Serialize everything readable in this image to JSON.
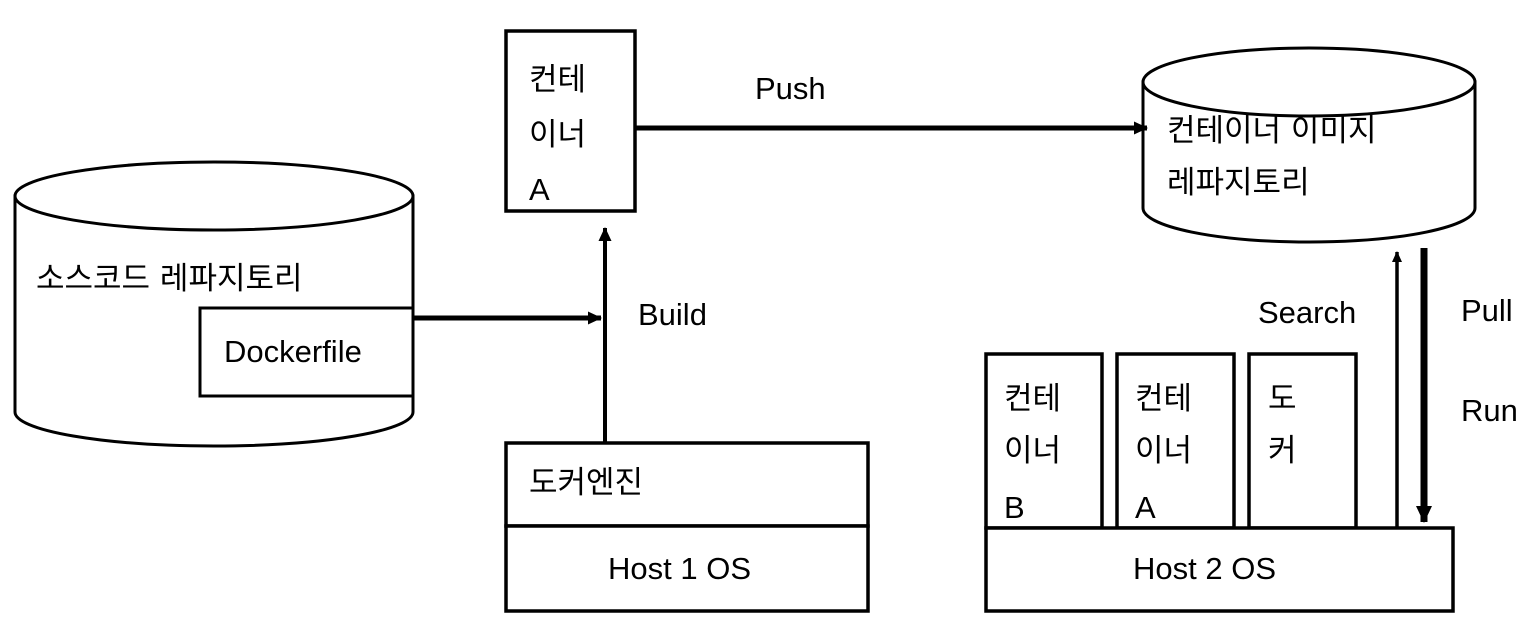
{
  "diagram": {
    "title": "Docker build push pull run workflow diagram",
    "stroke_color": "#000000",
    "fill_color": "#ffffff",
    "nodes": {
      "source_repo": {
        "label": "소스코드 레파지토리",
        "shape": "cylinder"
      },
      "dockerfile": {
        "label": "Dockerfile",
        "shape": "rectangle"
      },
      "container_a_built": {
        "line1": "컨테",
        "line2": "이너",
        "line3": "A",
        "shape": "rectangle"
      },
      "image_repository": {
        "line1": "컨테이너 이미지",
        "line2": "레파지토리",
        "shape": "cylinder"
      },
      "docker_engine": {
        "label": "도커엔진",
        "shape": "rectangle"
      },
      "host1_os": {
        "label": "Host 1 OS",
        "shape": "rectangle"
      },
      "container_b": {
        "line1": "컨테",
        "line2": "이너",
        "line3": "B",
        "shape": "rectangle"
      },
      "container_a_running": {
        "line1": "컨테",
        "line2": "이너",
        "line3": "A",
        "shape": "rectangle"
      },
      "docker_host2": {
        "line1": "도",
        "line2": "커",
        "shape": "rectangle"
      },
      "host2_os": {
        "label": "Host 2 OS",
        "shape": "rectangle"
      }
    },
    "edges": {
      "build": {
        "label": "Build",
        "direction": "up"
      },
      "push": {
        "label": "Push",
        "direction": "right"
      },
      "search": {
        "label": "Search",
        "direction": "up"
      },
      "pull": {
        "label": "Pull",
        "direction": "down"
      },
      "run": {
        "label": "Run",
        "direction": "down"
      },
      "dockerfile_to_build": {
        "label": "",
        "direction": "right"
      }
    }
  }
}
